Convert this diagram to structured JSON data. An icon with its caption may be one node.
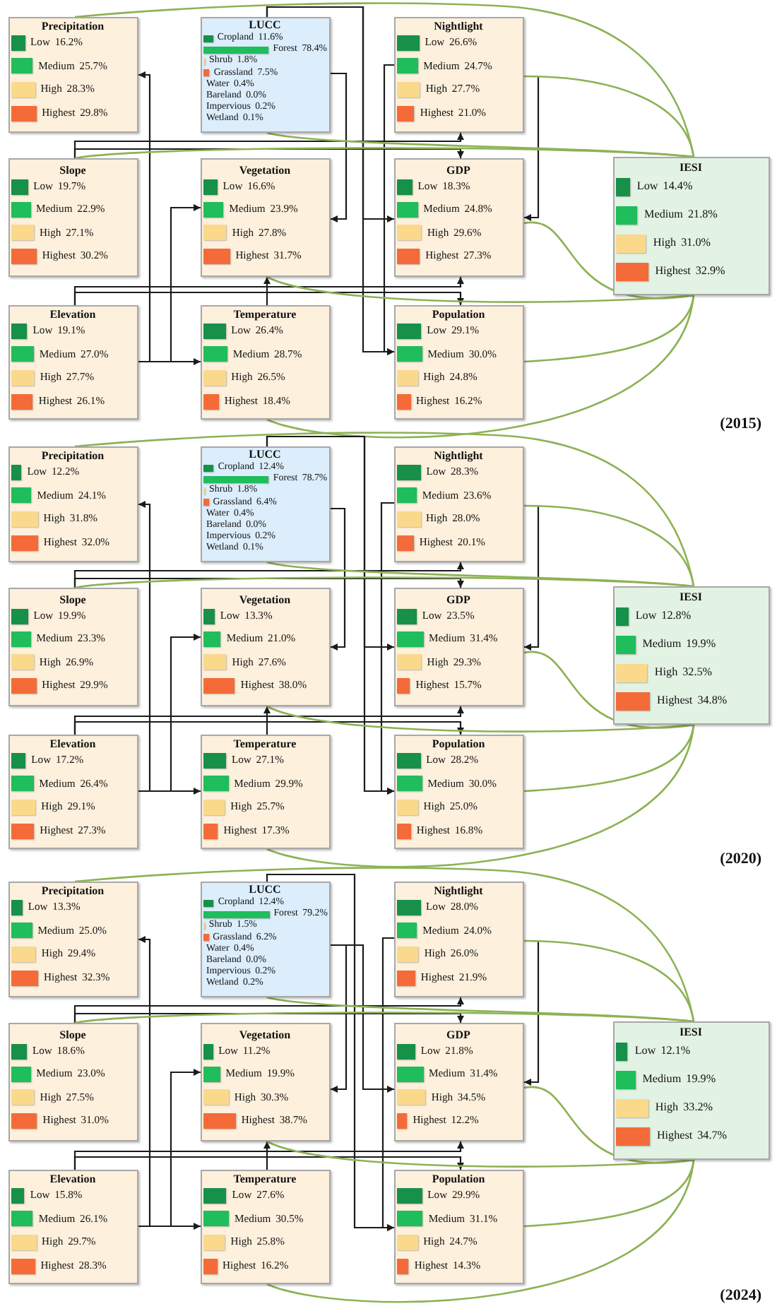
{
  "diagram": {
    "nodes": [
      {
        "text": [
          "Precipitation",
          "Low 16.2%",
          "Medium 25.7%",
          "High 28.3%",
          "Highest 29.8%"
        ]
      },
      {
        "text": [
          "LUCC",
          "Cropland 11.6%",
          "Forest 78.4%",
          "Shrub 1.8%",
          "Grassland 7.5%",
          "Water 0.4%",
          "Bareland 0.0%",
          "Impervious 0.2%",
          "Wetland 0.1%"
        ]
      },
      {
        "text": [
          "Nightlight",
          "Low 26.6%",
          "Medium 24.7%",
          "High 27.7%",
          "Highest 21.0%"
        ]
      },
      {
        "text": [
          "Slope",
          "Low 19.7%",
          "Medium 22.9%",
          "High 27.1%",
          "Highest 30.2%"
        ]
      },
      {
        "text": [
          "Vegetation",
          "Low 16.6%",
          "Medium 23.9%",
          "High 27.8%",
          "Highest 31.7%"
        ]
      },
      {
        "text": [
          "GDP",
          "Low 18.3%",
          "Medium 24.8%",
          "High 29.6%",
          "Highest 27.3%"
        ]
      },
      {
        "text": [
          "IESI",
          "Low 14.4%",
          "Medium 21.8%",
          "High 31.0%",
          "Highest 32.9%"
        ]
      },
      {
        "text": [
          "Elevation",
          "Low 19.1%",
          "Medium 27.0%",
          "High 27.7%",
          "Highest 26.1%"
        ]
      },
      {
        "text": [
          "Temperature",
          "Low 26.4%",
          "Medium 28.7%",
          "High 26.5%",
          "Highest 18.4%"
        ]
      },
      {
        "text": [
          "Population",
          "Low 29.1%",
          "Medium 30.0%",
          "High 24.8%",
          "Highest 16.2%"
        ]
      },
      {
        "text": [
          "Precipitation",
          "Low 12.2%",
          "Medium 24.1%",
          "High 31.8%",
          "Highest 32.0%"
        ]
      },
      {
        "text": [
          "LUCC",
          "Cropland 12.4%",
          "Forest 78.7%",
          "Shrub 1.8%",
          "Grassland 6.4%",
          "Water 0.4%",
          "Bareland 0.0%",
          "Impervious 0.2%",
          "Wetland 0.1%"
        ]
      },
      {
        "text": [
          "Nightlight",
          "Low 28.3%",
          "Medium 23.6%",
          "High 28.0%",
          "Highest 20.1%"
        ]
      },
      {
        "text": [
          "Slope",
          "Low 19.9%",
          "Medium 23.3%",
          "High 26.9%",
          "Highest 29.9%"
        ]
      },
      {
        "text": [
          "Vegetation",
          "Low 13.3%",
          "Medium 21.0%",
          "High 27.6%",
          "Highest 38.0%"
        ]
      },
      {
        "text": [
          "GDP",
          "Low 23.5%",
          "Medium 31.4%",
          "High 29.3%",
          "Highest 15.7%"
        ]
      },
      {
        "text": [
          "IESI",
          "Low 12.8%",
          "Medium 19.9%",
          "High 32.5%",
          "Highest 34.8%"
        ]
      },
      {
        "text": [
          "Elevation",
          "Low 17.2%",
          "Medium 26.4%",
          "High 29.1%",
          "Highest 27.3%"
        ]
      },
      {
        "text": [
          "Temperature",
          "Low 27.1%",
          "Medium 29.9%",
          "High 25.7%",
          "Highest 17.3%"
        ]
      },
      {
        "text": [
          "Population",
          "Low 28.2%",
          "Medium 30.0%",
          "High 25.0%",
          "Highest 16.8%"
        ]
      },
      {
        "text": [
          "Precipitation",
          "Low 13.3%",
          "Medium 25.0%",
          "High 29.4%",
          "Highest 32.3%"
        ]
      },
      {
        "text": [
          "LUCC",
          "Cropland 12.4%",
          "Forest 79.2%",
          "Shrub 1.5%",
          "Grassland 6.2%",
          "Water 0.4%",
          "Bareland 0.0%",
          "Impervious 0.2%",
          "Wetland 0.2%"
        ]
      },
      {
        "text": [
          "Nightlight",
          "Low 28.0%",
          "Medium 24.0%",
          "High 26.0%",
          "Highest 21.9%"
        ]
      },
      {
        "text": [
          "Slope",
          "Low 18.6%",
          "Medium 23.0%",
          "High 27.5%",
          "Highest 31.0%"
        ]
      },
      {
        "text": [
          "Vegetation",
          "Low 11.2%",
          "Medium 19.9%",
          "High 30.3%",
          "Highest 38.7%"
        ]
      },
      {
        "text": [
          "GDP",
          "Low 21.8%",
          "Medium 31.4%",
          "High 34.5%",
          "Highest 12.2%"
        ]
      },
      {
        "text": [
          "IESI",
          "Low 12.1%",
          "Medium 19.9%",
          "High 33.2%",
          "Highest 34.7%"
        ]
      },
      {
        "text": [
          "Elevation",
          "Low 15.8%",
          "Medium 26.1%",
          "High 29.7%",
          "Highest 28.3%"
        ]
      },
      {
        "text": [
          "Temperature",
          "Low 27.6%",
          "Medium 30.5%",
          "High 25.8%",
          "Highest 16.2%"
        ]
      },
      {
        "text": [
          "Population",
          "Low 29.9%",
          "Medium 31.1%",
          "High 24.7%",
          "Highest 14.3%"
        ]
      }
    ],
    "edges": [
      {
        "from": 1,
        "to": 4,
        "arrow": "to"
      },
      {
        "from": 1,
        "to": 9,
        "arrow": "to"
      },
      {
        "from": 1,
        "to": 5,
        "arrow": "to"
      },
      {
        "from": 2,
        "to": 9,
        "arrow": "to"
      },
      {
        "from": 2,
        "to": 5,
        "arrow": "to"
      },
      {
        "from": 7,
        "to": 0,
        "arrow": "to"
      },
      {
        "from": 7,
        "to": 4,
        "arrow": "to"
      },
      {
        "from": 7,
        "to": 8,
        "arrow": "to"
      },
      {
        "from": 7,
        "to": 5,
        "arrow": "to"
      },
      {
        "from": 7,
        "to": 9,
        "arrow": "to"
      },
      {
        "from": 8,
        "to": 4,
        "arrow": "to"
      },
      {
        "from": 3,
        "to": 2,
        "arrow": "to"
      },
      {
        "from": 3,
        "to": 5,
        "arrow": "to"
      },
      {
        "from": 0,
        "to": 6,
        "arrow": "none",
        "color": "#8db255"
      },
      {
        "from": 1,
        "to": 6,
        "arrow": "none",
        "color": "#8db255"
      },
      {
        "from": 2,
        "to": 6,
        "arrow": "none",
        "color": "#8db255"
      },
      {
        "from": 3,
        "to": 6,
        "arrow": "none",
        "color": "#8db255"
      },
      {
        "from": 5,
        "to": 6,
        "arrow": "none",
        "color": "#8db255"
      },
      {
        "from": 4,
        "to": 6,
        "arrow": "none",
        "color": "#8db255"
      },
      {
        "from": 9,
        "to": 6,
        "arrow": "none",
        "color": "#8db255"
      },
      {
        "from": 8,
        "to": 6,
        "arrow": "none",
        "color": "#8db255"
      },
      {
        "from": 11,
        "to": 14,
        "arrow": "to"
      },
      {
        "from": 11,
        "to": 19,
        "arrow": "to"
      },
      {
        "from": 11,
        "to": 15,
        "arrow": "to"
      },
      {
        "from": 12,
        "to": 19,
        "arrow": "to"
      },
      {
        "from": 12,
        "to": 15,
        "arrow": "to"
      },
      {
        "from": 17,
        "to": 10,
        "arrow": "to"
      },
      {
        "from": 17,
        "to": 14,
        "arrow": "to"
      },
      {
        "from": 17,
        "to": 18,
        "arrow": "to"
      },
      {
        "from": 17,
        "to": 15,
        "arrow": "to"
      },
      {
        "from": 17,
        "to": 19,
        "arrow": "to"
      },
      {
        "from": 18,
        "to": 14,
        "arrow": "to"
      },
      {
        "from": 13,
        "to": 12,
        "arrow": "to"
      },
      {
        "from": 13,
        "to": 15,
        "arrow": "to"
      },
      {
        "from": 10,
        "to": 16,
        "arrow": "none",
        "color": "#8db255"
      },
      {
        "from": 11,
        "to": 16,
        "arrow": "none",
        "color": "#8db255"
      },
      {
        "from": 12,
        "to": 16,
        "arrow": "none",
        "color": "#8db255"
      },
      {
        "from": 13,
        "to": 16,
        "arrow": "none",
        "color": "#8db255"
      },
      {
        "from": 15,
        "to": 16,
        "arrow": "none",
        "color": "#8db255"
      },
      {
        "from": 14,
        "to": 16,
        "arrow": "none",
        "color": "#8db255"
      },
      {
        "from": 19,
        "to": 16,
        "arrow": "none",
        "color": "#8db255"
      },
      {
        "from": 18,
        "to": 16,
        "arrow": "none",
        "color": "#8db255"
      },
      {
        "from": 21,
        "to": 24,
        "arrow": "to"
      },
      {
        "from": 21,
        "to": 29,
        "arrow": "to"
      },
      {
        "from": 21,
        "to": 25,
        "arrow": "to"
      },
      {
        "from": 22,
        "to": 29,
        "arrow": "to"
      },
      {
        "from": 22,
        "to": 25,
        "arrow": "to"
      },
      {
        "from": 27,
        "to": 20,
        "arrow": "to"
      },
      {
        "from": 27,
        "to": 24,
        "arrow": "to"
      },
      {
        "from": 27,
        "to": 28,
        "arrow": "to"
      },
      {
        "from": 27,
        "to": 25,
        "arrow": "to"
      },
      {
        "from": 27,
        "to": 29,
        "arrow": "to"
      },
      {
        "from": 28,
        "to": 24,
        "arrow": "to"
      },
      {
        "from": 23,
        "to": 22,
        "arrow": "to"
      },
      {
        "from": 23,
        "to": 25,
        "arrow": "to"
      },
      {
        "from": 20,
        "to": 26,
        "arrow": "none",
        "color": "#8db255"
      },
      {
        "from": 21,
        "to": 26,
        "arrow": "none",
        "color": "#8db255"
      },
      {
        "from": 22,
        "to": 26,
        "arrow": "none",
        "color": "#8db255"
      },
      {
        "from": 23,
        "to": 26,
        "arrow": "none",
        "color": "#8db255"
      },
      {
        "from": 25,
        "to": 26,
        "arrow": "none",
        "color": "#8db255"
      },
      {
        "from": 24,
        "to": 26,
        "arrow": "none",
        "color": "#8db255"
      },
      {
        "from": 29,
        "to": 26,
        "arrow": "none",
        "color": "#8db255"
      },
      {
        "from": 28,
        "to": 26,
        "arrow": "none",
        "color": "#8db255"
      }
    ],
    "labels": [
      "(2015)",
      "(2020)",
      "(2024)"
    ]
  }
}
